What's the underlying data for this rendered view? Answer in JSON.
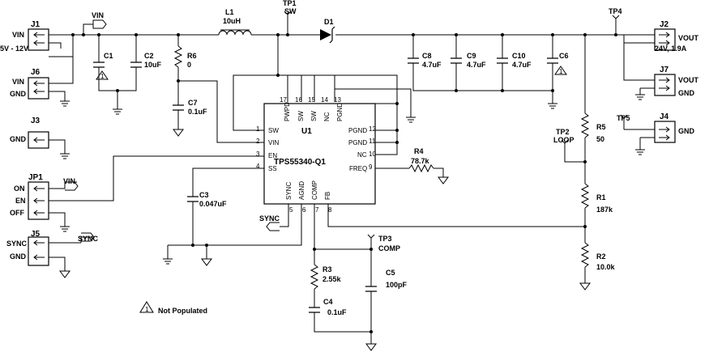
{
  "ic": {
    "ref": "U1",
    "part": "TPS55340-Q1",
    "pins": {
      "sw1": "SW",
      "vin": "VIN",
      "en": "EN",
      "ss": "SS",
      "sync": "SYNC",
      "agnd": "AGND",
      "comp": "COMP",
      "fb": "FB",
      "pgnd12": "PGND",
      "pgnd11": "PGND",
      "nc10": "NC",
      "freq": "FREQ",
      "pwpd": "PWPD",
      "sw16": "SW",
      "sw15": "SW",
      "nc14": "NC",
      "pgnd13": "PGND"
    },
    "nums": {
      "n1": "1",
      "n2": "2",
      "n3": "3",
      "n4": "4",
      "n5": "5",
      "n6": "6",
      "n7": "7",
      "n8": "8",
      "n9": "9",
      "n10": "10",
      "n11": "11",
      "n12": "12",
      "n13": "13",
      "n14": "14",
      "n15": "15",
      "n16": "16",
      "n17": "17"
    }
  },
  "connectors": {
    "j1": {
      "ref": "J1",
      "vin": "VIN",
      "range": "5V - 12V"
    },
    "j6": {
      "ref": "J6",
      "vin": "VIN",
      "gnd": "GND"
    },
    "j3": {
      "ref": "J3",
      "gnd": "GND"
    },
    "jp1": {
      "ref": "JP1",
      "on": "ON",
      "en": "EN",
      "off": "OFF",
      "vin": "VIN"
    },
    "j5": {
      "ref": "J5",
      "sync": "SYNC",
      "gnd": "GND",
      "sync_net": "SYNC"
    },
    "j2": {
      "ref": "J2",
      "vout": "VOUT",
      "rating": "24V, 1.9A"
    },
    "j7": {
      "ref": "J7",
      "vout": "VOUT",
      "gnd": "GND"
    },
    "j4": {
      "ref": "J4",
      "gnd": "GND"
    }
  },
  "nets": {
    "vin_top": "VIN",
    "sync_u1": "SYNC"
  },
  "components": {
    "l1": {
      "ref": "L1",
      "value": "10uH"
    },
    "d1": {
      "ref": "D1"
    },
    "tp1": {
      "ref": "TP1",
      "net": "SW"
    },
    "tp4": {
      "ref": "TP4"
    },
    "tp5": {
      "ref": "TP5"
    },
    "tp2": {
      "ref": "TP2",
      "net": "LOOP"
    },
    "tp3": {
      "ref": "TP3",
      "net": "COMP"
    },
    "c1": {
      "ref": "C1"
    },
    "c2": {
      "ref": "C2",
      "value": "10uF"
    },
    "r6": {
      "ref": "R6",
      "value": "0"
    },
    "c7": {
      "ref": "C7",
      "value": "0.1uF"
    },
    "c3": {
      "ref": "C3",
      "value": "0.047uF"
    },
    "c8": {
      "ref": "C8",
      "value": "4.7uF"
    },
    "c9": {
      "ref": "C9",
      "value": "4.7uF"
    },
    "c10": {
      "ref": "C10",
      "value": "4.7uF"
    },
    "c6": {
      "ref": "C6"
    },
    "r5": {
      "ref": "R5",
      "value": "50"
    },
    "r1": {
      "ref": "R1",
      "value": "187k"
    },
    "r2": {
      "ref": "R2",
      "value": "10.0k"
    },
    "r4": {
      "ref": "R4",
      "value": "78.7k"
    },
    "r3": {
      "ref": "R3",
      "value": "2.55k"
    },
    "c4": {
      "ref": "C4",
      "value": "0.1uF"
    },
    "c5": {
      "ref": "C5",
      "value": "100pF"
    }
  },
  "legend": {
    "mark": "1",
    "text": "Not Populated"
  }
}
